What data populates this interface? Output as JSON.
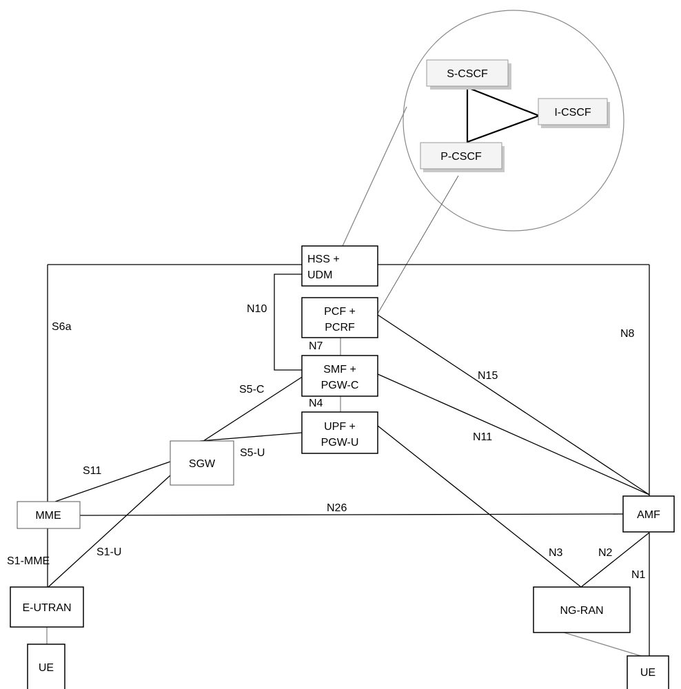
{
  "nodes": {
    "s_cscf": "S-CSCF",
    "i_cscf": "I-CSCF",
    "p_cscf": "P-CSCF",
    "hss_udm": [
      "HSS +",
      "UDM"
    ],
    "pcf_pcrf": [
      "PCF +",
      "PCRF"
    ],
    "smf_pgwc": [
      "SMF +",
      "PGW-C"
    ],
    "upf_pgwu": [
      "UPF +",
      "PGW-U"
    ],
    "sgw": "SGW",
    "mme": "MME",
    "amf": "AMF",
    "e_utran": "E-UTRAN",
    "ng_ran": "NG-RAN",
    "ue_left": "UE",
    "ue_right": "UE"
  },
  "interfaces": {
    "n10": "N10",
    "s6a": "S6a",
    "n8": "N8",
    "n7": "N7",
    "n15": "N15",
    "s5c": "S5-C",
    "n4": "N4",
    "n11": "N11",
    "s5u": "S5-U",
    "s11": "S11",
    "n26": "N26",
    "s1mme": "S1-MME",
    "s1u": "S1-U",
    "n3": "N3",
    "n2": "N2",
    "n1": "N1"
  }
}
